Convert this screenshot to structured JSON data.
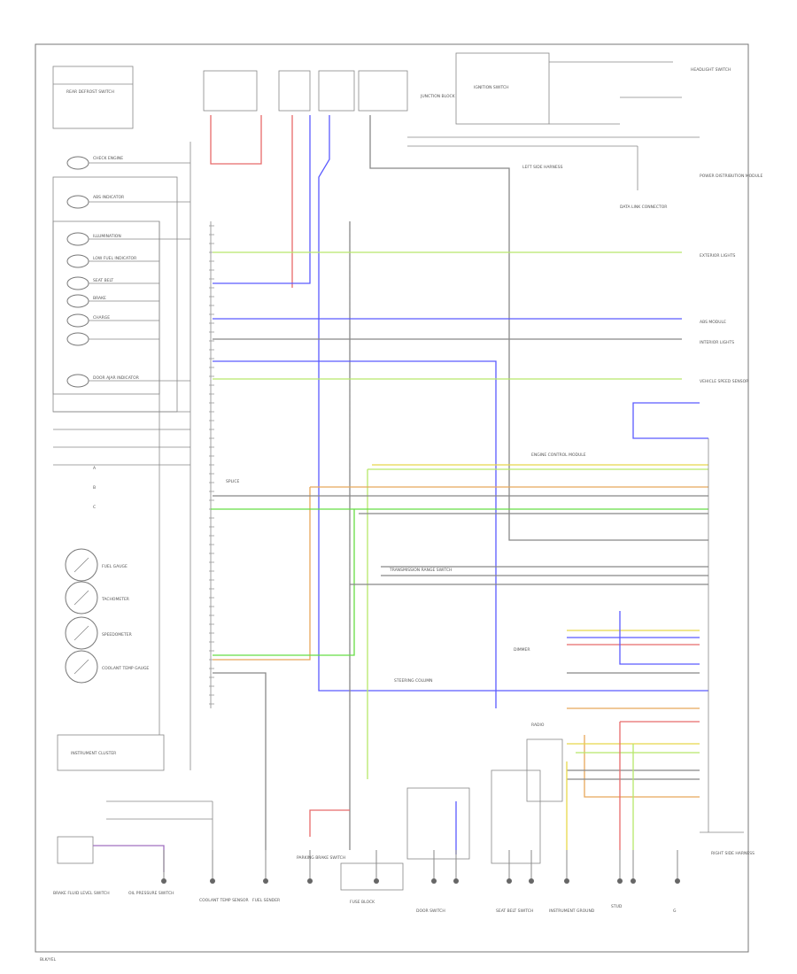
{
  "diagram": {
    "title": "",
    "colors": {
      "red": "#e86a6a",
      "blue": "#5a5aff",
      "green": "#66dd44",
      "light_green": "#b6e86a",
      "yellow": "#e8d84a",
      "orange": "#e8a85a",
      "gray": "#8a8a8a",
      "black": "#555555"
    },
    "gauges": {
      "fuel": "FUEL GAUGE",
      "tach": "TACHOMETER",
      "speedo": "SPEEDOMETER",
      "coolant": "COOLANT TEMP GAUGE"
    },
    "indicators": {
      "check_engine": "CHECK ENGINE",
      "abs": "ABS INDICATOR",
      "illumination": "ILLUMINATION",
      "low_fuel": "LOW FUEL INDICATOR",
      "seat_belt": "SEAT BELT",
      "brake": "BRAKE",
      "charge": "CHARGE",
      "door_ajar": "DOOR AJAR INDICATOR"
    },
    "connectors": {
      "a": "A",
      "b": "B",
      "c": "C"
    },
    "labels": {
      "rear_defrost": "REAR DEFROST SWITCH",
      "ground": "G",
      "power_distribution": "POWER DISTRIBUTION MODULE",
      "instrument_panel": "INSTRUMENT CLUSTER",
      "junction_block": "JUNCTION BLOCK",
      "fuse_box": "FUSE BLOCK",
      "ecm": "ENGINE CONTROL MODULE",
      "left_side_harness": "LEFT SIDE HARNESS",
      "right_side_harness": "RIGHT SIDE HARNESS",
      "steering_column": "STEERING COLUMN",
      "ignition_switch": "IGNITION SWITCH",
      "headlight_switch": "HEADLIGHT SWITCH",
      "dimmer": "DIMMER",
      "transmission": "TRANSMISSION RANGE SWITCH",
      "brake_fluid": "BRAKE FLUID LEVEL SWITCH",
      "oil_pressure": "OIL PRESSURE SWITCH",
      "coolant_sensor": "COOLANT TEMP SENSOR",
      "fuel_sender": "FUEL SENDER",
      "parking_brake": "PARKING BRAKE SWITCH",
      "door_switch": "DOOR SWITCH",
      "seat_belt_switch": "SEAT BELT SWITCH",
      "interior_lights": "INTERIOR LIGHTS",
      "exterior_lights": "EXTERIOR LIGHTS",
      "abs_module": "ABS MODULE",
      "data_link": "DATA LINK CONNECTOR",
      "vss": "VEHICLE SPEED SENSOR",
      "radio": "RADIO",
      "stud": "STUD",
      "instrument_ground": "INSTRUMENT GROUND",
      "splice": "SPLICE",
      "wire_colors": "BLK/YEL"
    }
  }
}
